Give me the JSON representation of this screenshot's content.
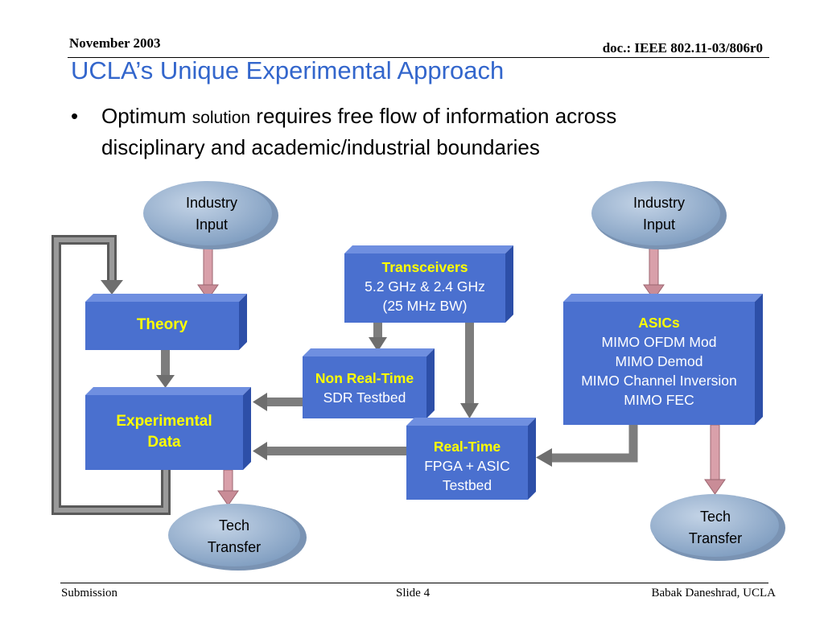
{
  "header": {
    "date": "November 2003",
    "doc_id": "doc.: IEEE 802.11-03/806r0"
  },
  "title": "UCLA’s Unique Experimental Approach",
  "bullet": {
    "part1": "Optimum ",
    "part2": "solution",
    "part3": " requires free flow of information across disciplinary and academic/industrial boundaries"
  },
  "diagram": {
    "industry_input_left": [
      "Industry",
      "Input"
    ],
    "industry_input_right": [
      "Industry",
      "Input"
    ],
    "theory": "Theory",
    "transceivers": {
      "heading": "Transceivers",
      "lines": [
        "5.2 GHz & 2.4 GHz",
        "(25 MHz BW)"
      ]
    },
    "non_real_time": {
      "heading": "Non Real-Time",
      "lines": [
        "SDR Testbed"
      ]
    },
    "experimental_data": [
      "Experimental",
      "Data"
    ],
    "real_time": {
      "heading": "Real-Time",
      "lines": [
        "FPGA + ASIC",
        "Testbed"
      ]
    },
    "asics": {
      "heading": "ASICs",
      "lines": [
        "MIMO OFDM Mod",
        "MIMO Demod",
        "MIMO Channel Inversion",
        "MIMO FEC"
      ]
    },
    "tech_transfer_left": [
      "Tech",
      "Transfer"
    ],
    "tech_transfer_right": [
      "Tech",
      "Transfer"
    ]
  },
  "colors": {
    "title": "#3366cc",
    "box_face": "#4a70cf",
    "box_side": "#2d4fa8",
    "box_heading": "#ffff00",
    "ellipse": "#8fa9c8",
    "gray_arrow": "#6e6e6e",
    "pink_arrow": "#d9a0aa"
  },
  "footer": {
    "left": "Submission",
    "center": "Slide 4",
    "right": "Babak Daneshrad, UCLA"
  }
}
